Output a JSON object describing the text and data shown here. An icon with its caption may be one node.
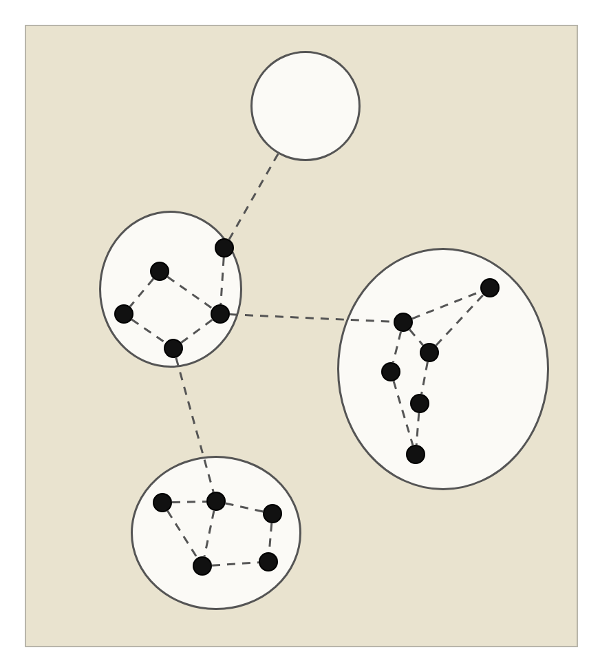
{
  "diagram": {
    "nodes": [
      {
        "text": [],
        "shape": "circle"
      },
      {
        "text": [],
        "shape": "circle"
      },
      {
        "text": [],
        "shape": "dot",
        "in": 1
      },
      {
        "text": [],
        "shape": "dot",
        "in": 1
      },
      {
        "text": [],
        "shape": "dot",
        "in": 1
      },
      {
        "text": [],
        "shape": "dot",
        "in": 1
      },
      {
        "text": [],
        "shape": "dot",
        "in": 1
      },
      {
        "text": [],
        "shape": "ellipse"
      },
      {
        "text": [],
        "shape": "dot",
        "in": 7
      },
      {
        "text": [],
        "shape": "dot",
        "in": 7
      },
      {
        "text": [],
        "shape": "dot",
        "in": 7
      },
      {
        "text": [],
        "shape": "dot",
        "in": 7
      },
      {
        "text": [],
        "shape": "dot",
        "in": 7
      },
      {
        "text": [],
        "shape": "dot",
        "in": 7
      },
      {
        "text": [],
        "shape": "circle"
      },
      {
        "text": [],
        "shape": "dot",
        "in": 14
      },
      {
        "text": [],
        "shape": "dot",
        "in": 14
      },
      {
        "text": [],
        "shape": "dot",
        "in": 14
      },
      {
        "text": [],
        "shape": "dot",
        "in": 14
      },
      {
        "text": [],
        "shape": "dot",
        "in": 14
      }
    ],
    "edges": [
      {
        "from": 0,
        "to": 2,
        "arrow": "none",
        "style": "dashed"
      },
      {
        "from": 2,
        "to": 5,
        "arrow": "none",
        "style": "dashed"
      },
      {
        "from": 3,
        "to": 5,
        "arrow": "none",
        "style": "dashed"
      },
      {
        "from": 3,
        "to": 4,
        "arrow": "none",
        "style": "dashed"
      },
      {
        "from": 4,
        "to": 6,
        "arrow": "none",
        "style": "dashed"
      },
      {
        "from": 6,
        "to": 5,
        "arrow": "none",
        "style": "dashed"
      },
      {
        "from": 5,
        "to": 8,
        "arrow": "none",
        "style": "dashed"
      },
      {
        "from": 8,
        "to": 9,
        "arrow": "none",
        "style": "dashed"
      },
      {
        "from": 8,
        "to": 10,
        "arrow": "none",
        "style": "dashed"
      },
      {
        "from": 10,
        "to": 9,
        "arrow": "none",
        "style": "dashed"
      },
      {
        "from": 8,
        "to": 11,
        "arrow": "none",
        "style": "dashed"
      },
      {
        "from": 11,
        "to": 13,
        "arrow": "none",
        "style": "dashed"
      },
      {
        "from": 10,
        "to": 12,
        "arrow": "none",
        "style": "dashed"
      },
      {
        "from": 12,
        "to": 13,
        "arrow": "none",
        "style": "dashed"
      },
      {
        "from": 6,
        "to": 16,
        "arrow": "none",
        "style": "dashed"
      },
      {
        "from": 15,
        "to": 16,
        "arrow": "none",
        "style": "dashed"
      },
      {
        "from": 16,
        "to": 17,
        "arrow": "none",
        "style": "dashed"
      },
      {
        "from": 15,
        "to": 18,
        "arrow": "none",
        "style": "dashed"
      },
      {
        "from": 16,
        "to": 18,
        "arrow": "none",
        "style": "dashed"
      },
      {
        "from": 17,
        "to": 19,
        "arrow": "none",
        "style": "dashed"
      },
      {
        "from": 18,
        "to": 19,
        "arrow": "none",
        "style": "dashed"
      }
    ]
  }
}
